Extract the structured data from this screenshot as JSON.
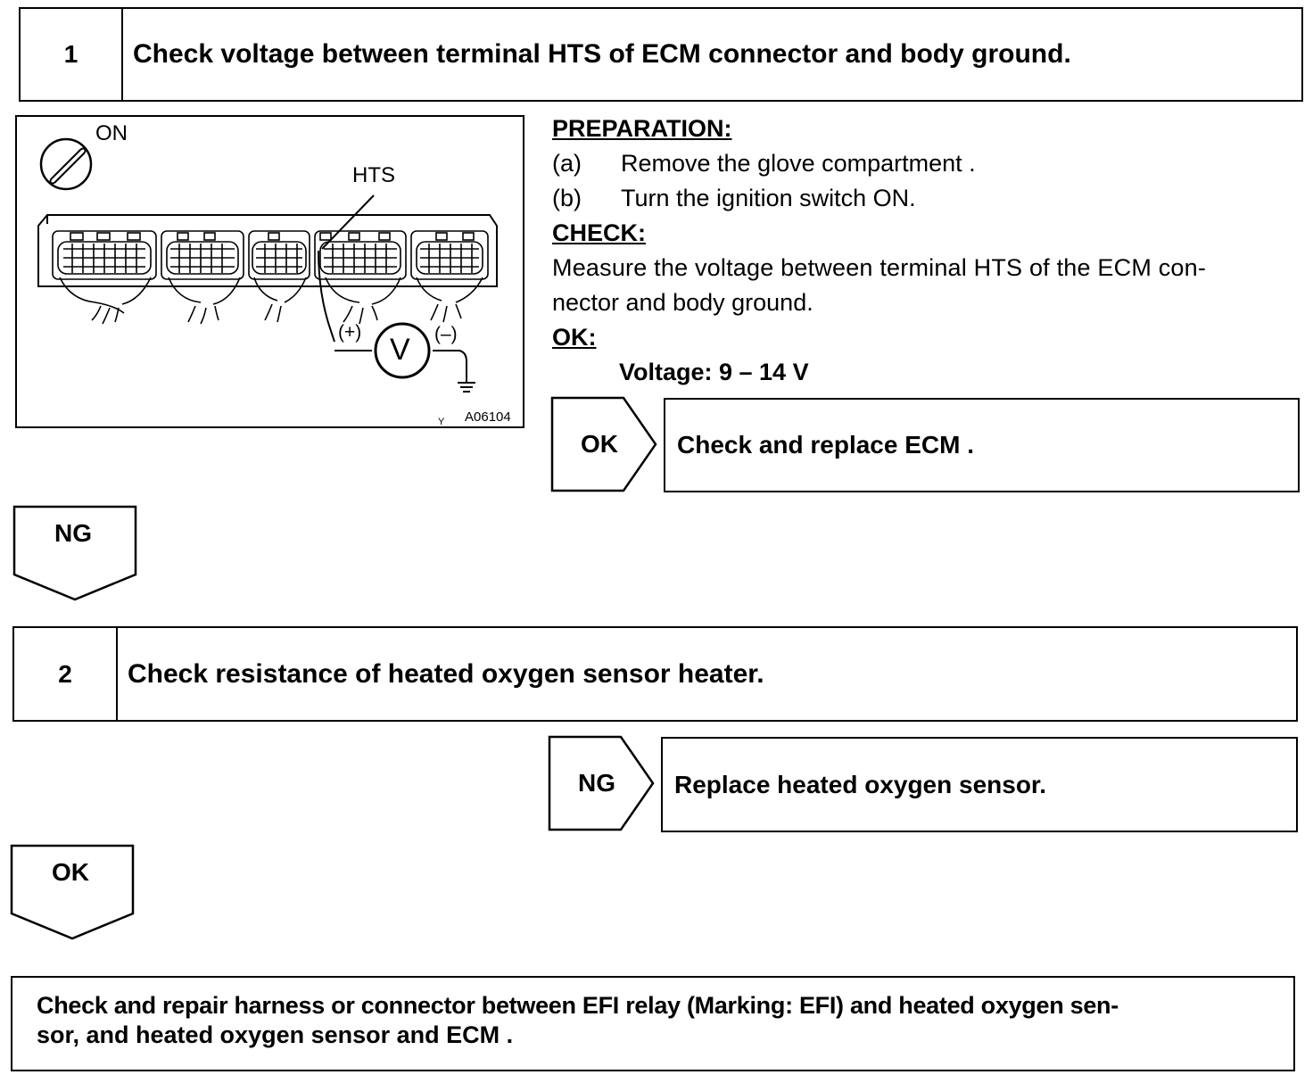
{
  "step1": {
    "number": "1",
    "title": "Check voltage between terminal HTS of ECM connector and body ground."
  },
  "figure": {
    "ignition_label": "ON",
    "terminal_label": "HTS",
    "meter_symbol": "V",
    "positive_label": "(+)",
    "negative_label": "(–)",
    "code_prefix": "Y",
    "code": "A06104"
  },
  "instructions": {
    "preparation_heading": "PREPARATION:",
    "steps": [
      {
        "label": "(a)",
        "text": "Remove the glove compartment ."
      },
      {
        "label": "(b)",
        "text": "Turn the ignition switch ON."
      }
    ],
    "check_heading": "CHECK:",
    "check_text_line1": "Measure the voltage between terminal HTS of the ECM con-",
    "check_text_line2": "nector and body ground.",
    "ok_heading": "OK:",
    "ok_spec": "Voltage: 9 – 14 V"
  },
  "result1_ok": {
    "tag": "OK",
    "action": "Check and replace ECM ."
  },
  "result1_ng": {
    "tag": "NG"
  },
  "step2": {
    "number": "2",
    "title": "Check resistance of heated oxygen sensor heater."
  },
  "result2_ng": {
    "tag": "NG",
    "action": "Replace heated oxygen sensor."
  },
  "result2_ok": {
    "tag": "OK"
  },
  "final": {
    "line1": "Check and repair harness or connector between EFI relay (Marking: EFI) and heated oxygen sen-",
    "line2": "sor, and heated oxygen sensor and ECM ."
  }
}
